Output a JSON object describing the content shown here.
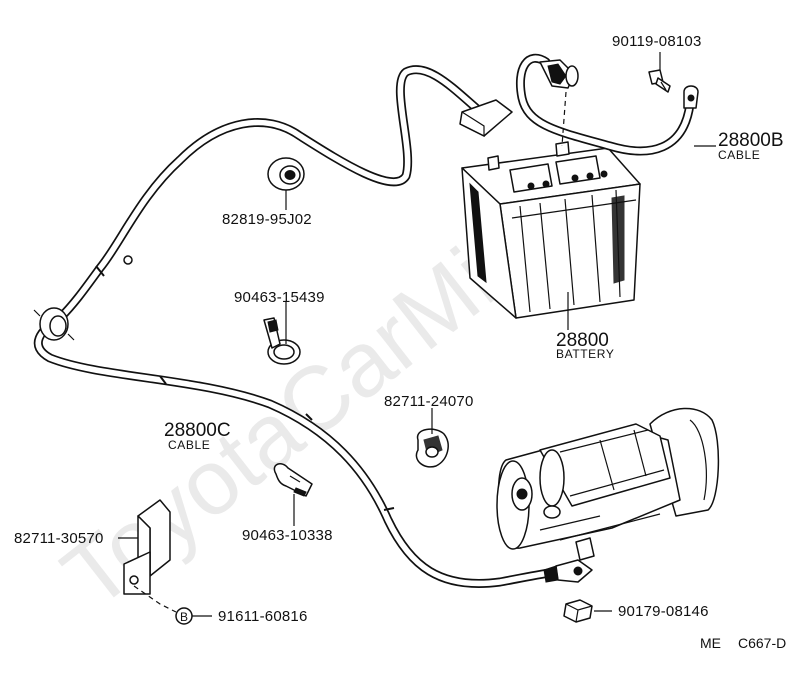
{
  "watermark": "ToyotaCarMini.u",
  "callouts": {
    "p90119": "90119-08103",
    "p28800b": "28800B",
    "p28800b_sub": "CABLE",
    "p82819": "82819-95J02",
    "p28800": "28800",
    "p28800_sub": "BATTERY",
    "p90463a": "90463-15439",
    "p82711b": "82711-24070",
    "p28800c": "28800C",
    "p28800c_sub": "CABLE",
    "p90463b": "90463-10338",
    "p82711a": "82711-30570",
    "p91611_marker": "B",
    "p91611": "91611-60816",
    "p90179": "90179-08146"
  },
  "footer": {
    "left": "ME",
    "right": "C667-D"
  }
}
